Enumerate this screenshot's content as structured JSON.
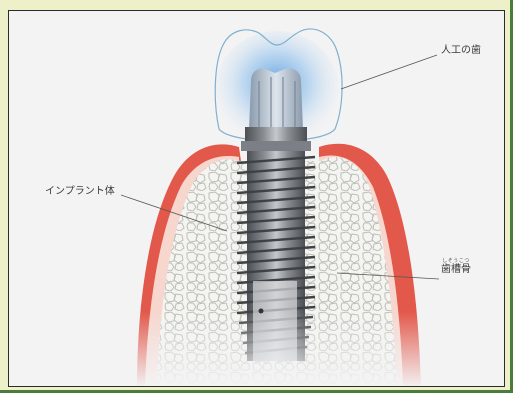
{
  "colors": {
    "page_bg": "#eef0c9",
    "outer_border": "#4a7c3a",
    "panel_bg": "#f3f3f4",
    "gum": "#e2584a",
    "gum_inner": "#f6d8cf",
    "bone": "#f2f2ee",
    "bone_cell": "#d8d8d4",
    "implant_dark": "#54575b",
    "implant_light": "#b9bcc0",
    "crown_outline": "#6aa4c8",
    "crown_glow": "#7fb6e6"
  },
  "labels": {
    "artificial_tooth": "人工の歯",
    "implant_body": "インプラント体",
    "alveolar_bone": "歯槽骨",
    "alveolar_bone_ruby": "しそうこつ"
  },
  "icons": [
    "tooth-implant-illustration"
  ]
}
